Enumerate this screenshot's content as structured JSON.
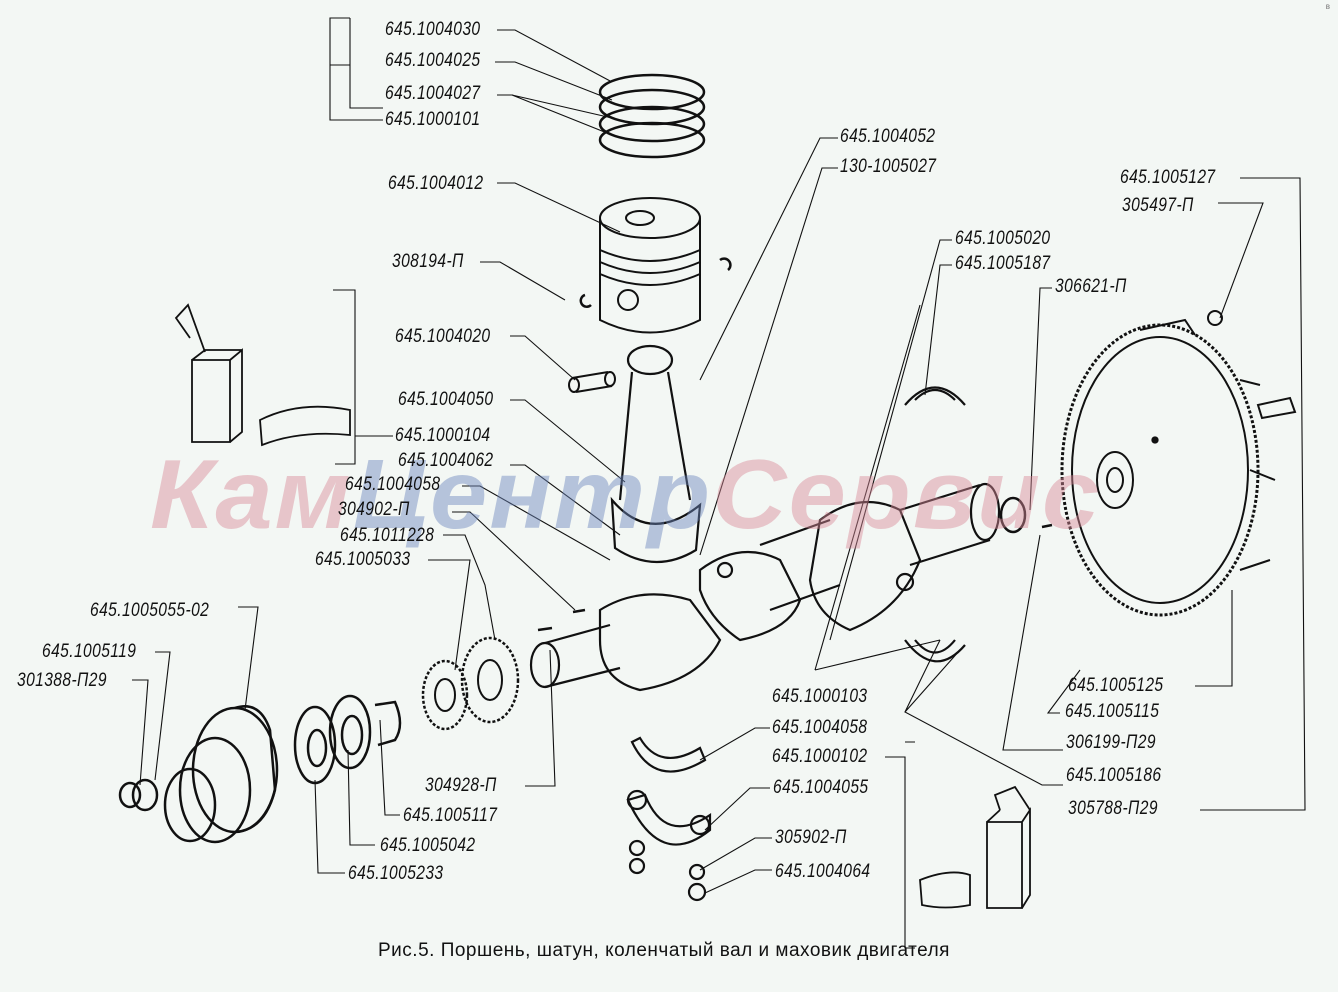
{
  "caption": "Рис.5. Поршень, шатун, коленчатый вал и маховик двигателя",
  "watermark": {
    "part1": "Кам",
    "part2": "Центр",
    "part3": "Сервис"
  },
  "corner_mark": "в",
  "colors": {
    "background": "#f3f7f4",
    "ink": "#111111",
    "watermark_pink": "#d98a98",
    "watermark_blue": "#6c86bd"
  },
  "labels": {
    "ring_top": "645.1004030",
    "ring_second": "645.1004025",
    "ring_oil": "645.1004027",
    "ring_set": "645.1000101",
    "piston": "645.1004012",
    "circlip": "308194-П",
    "piston_pin": "645.1004020",
    "rod_bushing": "645.1004050",
    "rod_bearing_set": "645.1000104",
    "rod_bolt": "645.1004062",
    "rod_bearing_upper": "645.1004058",
    "key_a": "304902-П",
    "gear_oil_pump": "645.1011228",
    "gear_crank": "645.1005033",
    "pulley": "645.1005055-02",
    "washer_front": "645.1005119",
    "bolt_front": "301388-П29",
    "key_b": "304928-П",
    "spacer": "645.1005117",
    "oil_deflector": "645.1005042",
    "seal_washer": "645.1005233",
    "rod_assembly": "645.1004052",
    "plug": "130-1005027",
    "thrust_half_a": "645.1005020",
    "thrust_half_b": "645.1005187",
    "bearing_306621": "306621-П",
    "flywheel_pin": "645.1005127",
    "bolt_305497": "305497-П",
    "main_bearing_set": "645.1000103",
    "rod_bearing_lower": "645.1004058",
    "rod_bearing_set_b": "645.1000102",
    "rod_cap": "645.1004055",
    "nut_305902": "305902-П",
    "rod_nut": "645.1004064",
    "ring_gear": "645.1005125",
    "flywheel": "645.1005115",
    "bolt_306199": "306199-П29",
    "main_bearing_half": "645.1005186",
    "bolt_305788": "305788-П29"
  }
}
